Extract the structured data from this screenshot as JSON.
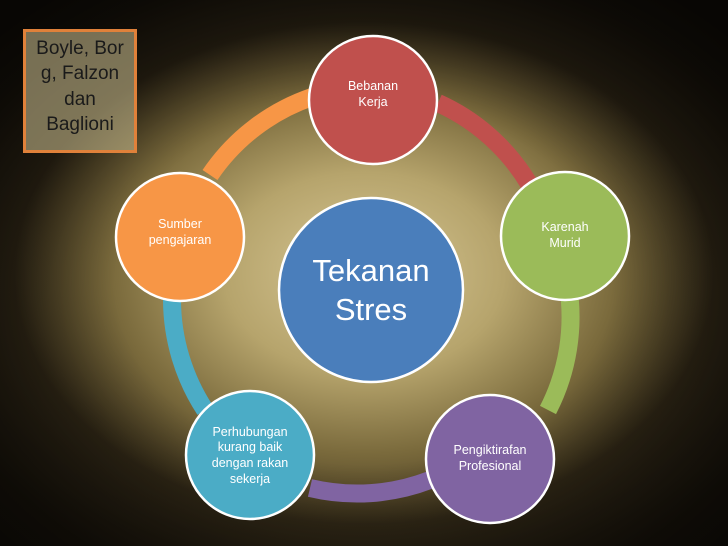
{
  "author_note": {
    "line1": "Boyle, Bor",
    "line2": "g, Falzon",
    "line3": "dan",
    "line4": "Baglioni"
  },
  "center": {
    "line1": "Tekanan",
    "line2": "Stres",
    "color": "#4a7ebb"
  },
  "nodes": {
    "top": {
      "line1": "Bebanan",
      "line2": "Kerja",
      "color": "#c0504d"
    },
    "right": {
      "line1": "Karenah",
      "line2": "Murid",
      "color": "#9bbb59"
    },
    "bottom_right": {
      "line1": "Pengiktirafan",
      "line2": "Profesional",
      "color": "#8064a2"
    },
    "bottom_left": {
      "line1": "Perhubungan",
      "line2": "kurang baik",
      "line3": "dengan rakan",
      "line4": "sekerja",
      "color": "#4bacc6"
    },
    "left": {
      "line1": "Sumber",
      "line2": "pengajaran",
      "color": "#f79646"
    }
  },
  "colors": {
    "arc_top_right": "#c0504d",
    "arc_right_bottom": "#9bbb59",
    "arc_bottom": "#8064a2",
    "arc_left_bottom": "#4bacc6",
    "arc_left_top": "#f79646",
    "author_border": "#e0813a"
  }
}
